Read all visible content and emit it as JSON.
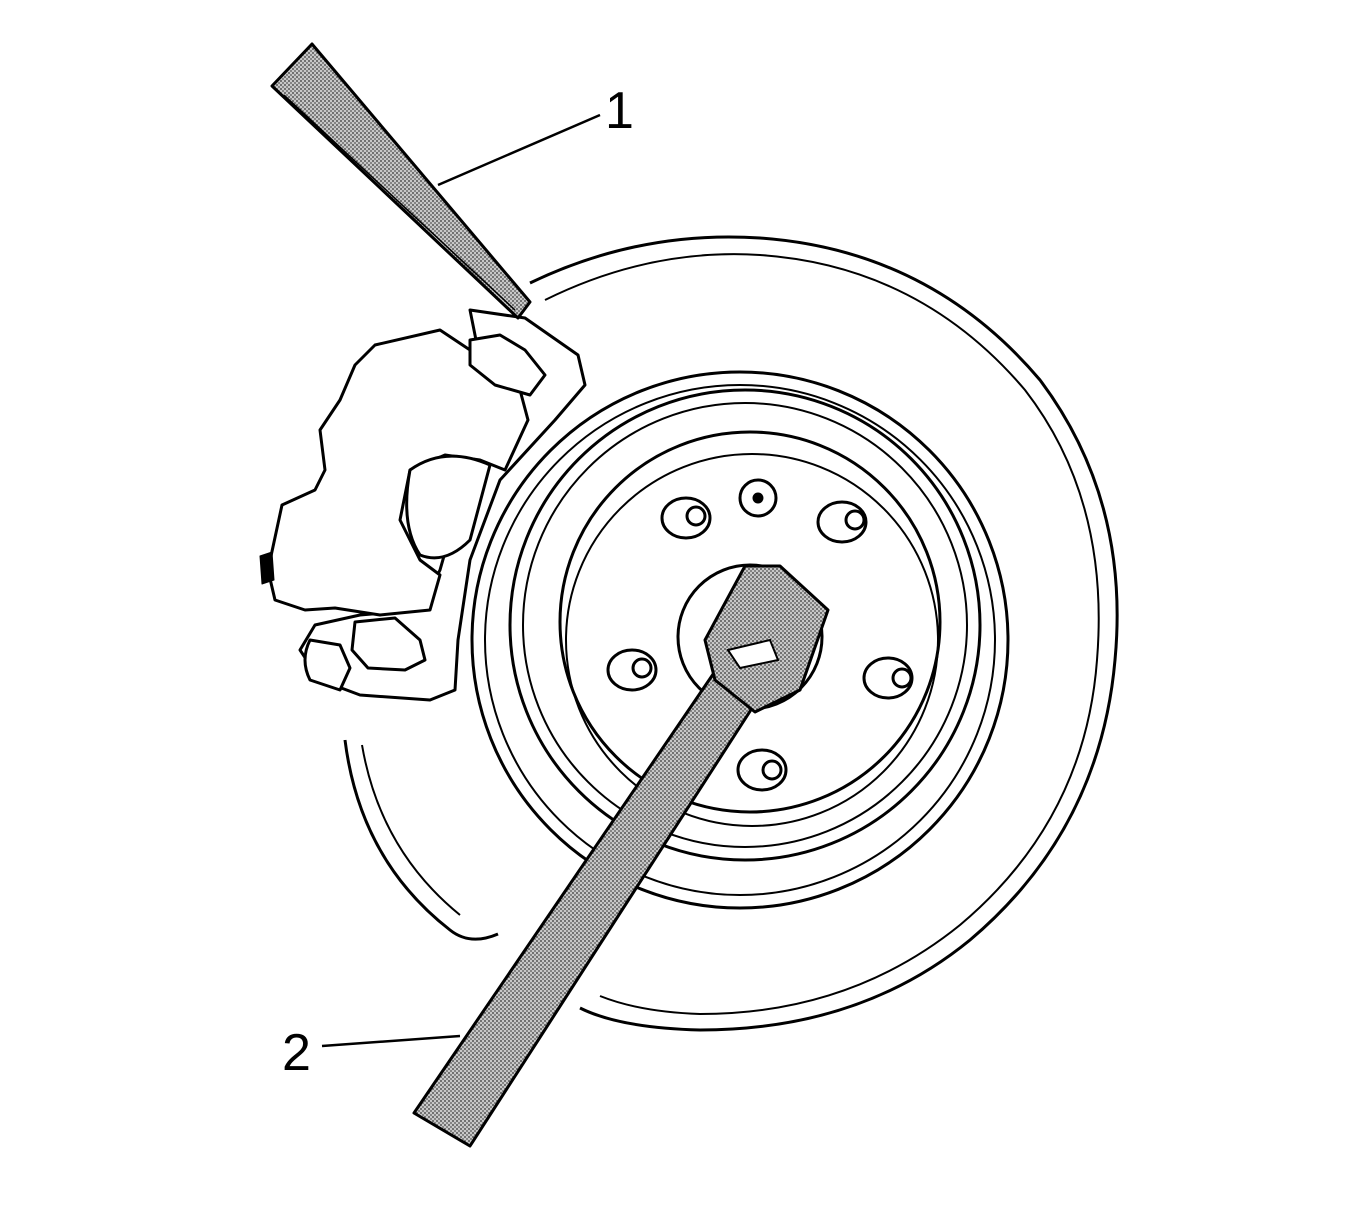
{
  "callouts": [
    {
      "id": "1",
      "label": "1"
    },
    {
      "id": "2",
      "label": "2"
    }
  ],
  "colors": {
    "line": "#000000",
    "tool_fill": "#9a9a9a",
    "background": "#ffffff"
  }
}
